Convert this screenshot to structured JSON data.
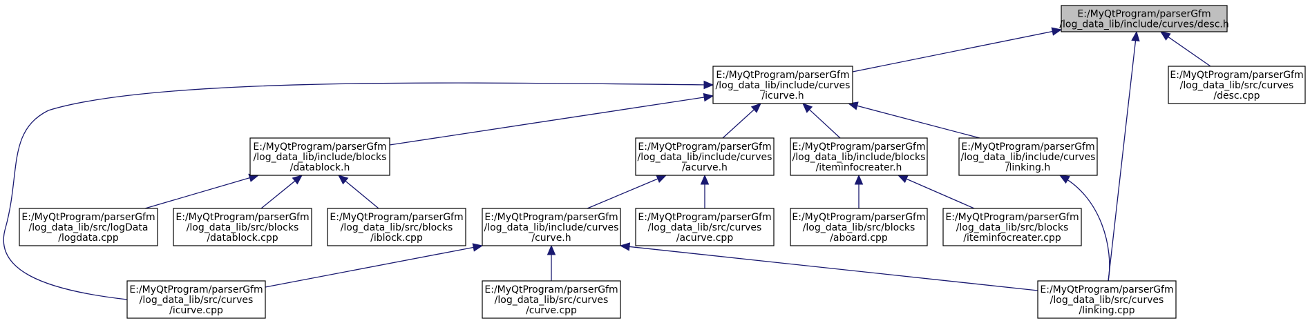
{
  "graph": {
    "colors": {
      "edge": "#191970",
      "root_fill": "#bfbfbf",
      "node_fill": "#ffffff",
      "border": "#000000"
    },
    "nodes": [
      {
        "id": "desc_h",
        "lines": [
          "E:/MyQtProgram/parserGfm",
          "/log_data_lib/include/curves/desc.h"
        ]
      },
      {
        "id": "icurve_h",
        "lines": [
          "E:/MyQtProgram/parserGfm",
          "/log_data_lib/include/curves",
          "/icurve.h"
        ]
      },
      {
        "id": "desc_cpp",
        "lines": [
          "E:/MyQtProgram/parserGfm",
          "/log_data_lib/src/curves",
          "/desc.cpp"
        ]
      },
      {
        "id": "datablock_h",
        "lines": [
          "E:/MyQtProgram/parserGfm",
          "/log_data_lib/include/blocks",
          "/datablock.h"
        ]
      },
      {
        "id": "acurve_h",
        "lines": [
          "E:/MyQtProgram/parserGfm",
          "/log_data_lib/include/curves",
          "/acurve.h"
        ]
      },
      {
        "id": "iteminfocreater_h",
        "lines": [
          "E:/MyQtProgram/parserGfm",
          "/log_data_lib/include/blocks",
          "/iteminfocreater.h"
        ]
      },
      {
        "id": "linking_h",
        "lines": [
          "E:/MyQtProgram/parserGfm",
          "/log_data_lib/include/curves",
          "/linking.h"
        ]
      },
      {
        "id": "logdata_cpp",
        "lines": [
          "E:/MyQtProgram/parserGfm",
          "/log_data_lib/src/logData",
          "/logdata.cpp"
        ]
      },
      {
        "id": "datablock_cpp",
        "lines": [
          "E:/MyQtProgram/parserGfm",
          "/log_data_lib/src/blocks",
          "/datablock.cpp"
        ]
      },
      {
        "id": "iblock_cpp",
        "lines": [
          "E:/MyQtProgram/parserGfm",
          "/log_data_lib/src/blocks",
          "/iblock.cpp"
        ]
      },
      {
        "id": "curve_h",
        "lines": [
          "E:/MyQtProgram/parserGfm",
          "/log_data_lib/include/curves",
          "/curve.h"
        ]
      },
      {
        "id": "acurve_cpp",
        "lines": [
          "E:/MyQtProgram/parserGfm",
          "/log_data_lib/src/curves",
          "/acurve.cpp"
        ]
      },
      {
        "id": "aboard_cpp",
        "lines": [
          "E:/MyQtProgram/parserGfm",
          "/log_data_lib/src/blocks",
          "/aboard.cpp"
        ]
      },
      {
        "id": "iteminfocreater_cpp",
        "lines": [
          "E:/MyQtProgram/parserGfm",
          "/log_data_lib/src/blocks",
          "/iteminfocreater.cpp"
        ]
      },
      {
        "id": "icurve_cpp",
        "lines": [
          "E:/MyQtProgram/parserGfm",
          "/log_data_lib/src/curves",
          "/icurve.cpp"
        ]
      },
      {
        "id": "curve_cpp",
        "lines": [
          "E:/MyQtProgram/parserGfm",
          "/log_data_lib/src/curves",
          "/curve.cpp"
        ]
      },
      {
        "id": "linking_cpp",
        "lines": [
          "E:/MyQtProgram/parserGfm",
          "/log_data_lib/src/curves",
          "/linking.cpp"
        ]
      }
    ],
    "edges": [
      {
        "from": "icurve_h",
        "to": "desc_h"
      },
      {
        "from": "desc_cpp",
        "to": "desc_h"
      },
      {
        "from": "linking_cpp",
        "to": "desc_h"
      },
      {
        "from": "datablock_h",
        "to": "icurve_h"
      },
      {
        "from": "acurve_h",
        "to": "icurve_h"
      },
      {
        "from": "iteminfocreater_h",
        "to": "icurve_h"
      },
      {
        "from": "linking_h",
        "to": "icurve_h"
      },
      {
        "from": "icurve_cpp",
        "to": "icurve_h"
      },
      {
        "from": "logdata_cpp",
        "to": "datablock_h"
      },
      {
        "from": "datablock_cpp",
        "to": "datablock_h"
      },
      {
        "from": "iblock_cpp",
        "to": "datablock_h"
      },
      {
        "from": "curve_h",
        "to": "acurve_h"
      },
      {
        "from": "acurve_cpp",
        "to": "acurve_h"
      },
      {
        "from": "aboard_cpp",
        "to": "iteminfocreater_h"
      },
      {
        "from": "iteminfocreater_cpp",
        "to": "iteminfocreater_h"
      },
      {
        "from": "linking_cpp",
        "to": "linking_h"
      },
      {
        "from": "icurve_cpp",
        "to": "curve_h"
      },
      {
        "from": "curve_cpp",
        "to": "curve_h"
      },
      {
        "from": "linking_cpp",
        "to": "curve_h"
      }
    ]
  }
}
